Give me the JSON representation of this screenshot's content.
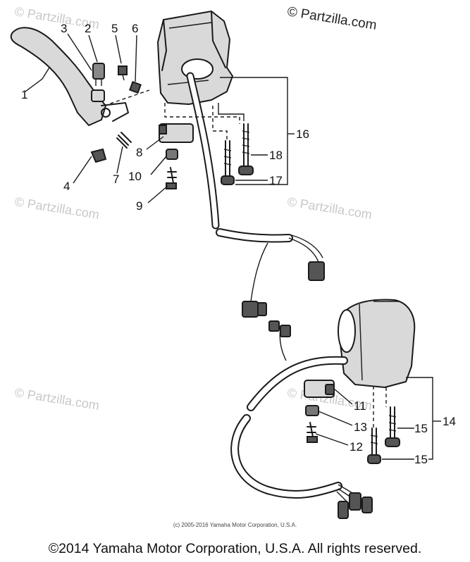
{
  "watermarks": {
    "top": "© Partzilla.com",
    "repeat": "© Partzilla.com"
  },
  "callouts": [
    "1",
    "2",
    "3",
    "4",
    "5",
    "6",
    "7",
    "8",
    "9",
    "10",
    "11",
    "12",
    "13",
    "14",
    "15",
    "15",
    "16",
    "17",
    "18"
  ],
  "footer": {
    "small_credit": "(c) 2005-2016 Yamaha Motor Corporation, U.S.A.",
    "copyright": "©2014 Yamaha Motor Corporation, U.S.A. All rights reserved."
  }
}
